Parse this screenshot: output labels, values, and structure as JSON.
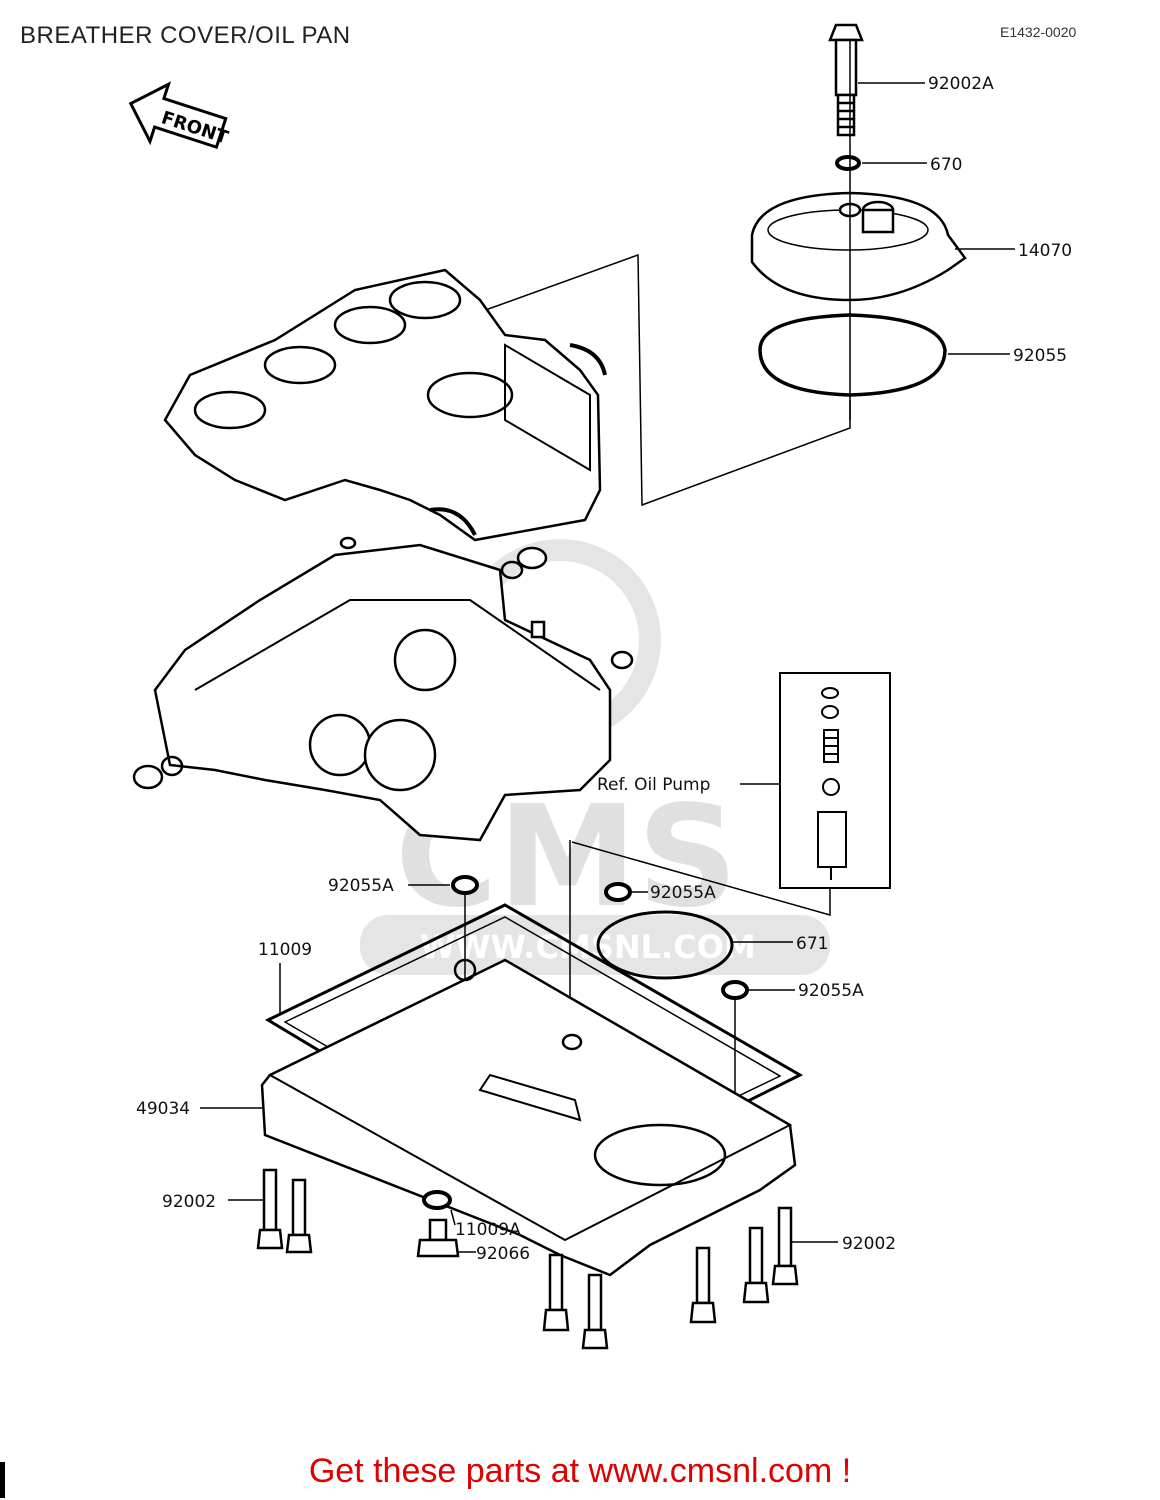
{
  "header": {
    "title": "BREATHER COVER/OIL PAN",
    "diagram_ref": "E1432-0020"
  },
  "orientation": {
    "front_label": "FRONT"
  },
  "parts": {
    "bolt_top": "92002A",
    "washer": "670",
    "breather_cover": "14070",
    "breather_gasket": "92055",
    "oil_pump_ref": "Ref. Oil Pump",
    "oring_a_left": "92055A",
    "oring_a_mid": "92055A",
    "oring_a_right": "92055A",
    "oring_671": "671",
    "pan_gasket": "11009",
    "oil_pan": "49034",
    "bolt_left": "92002",
    "drain_gasket": "11009A",
    "drain_plug": "92066",
    "bolt_right": "92002"
  },
  "watermark": {
    "text": "CMS",
    "url": "WWW.CMSNL.COM"
  },
  "footer": {
    "text": "Get these parts at www.cmsnl.com !"
  }
}
